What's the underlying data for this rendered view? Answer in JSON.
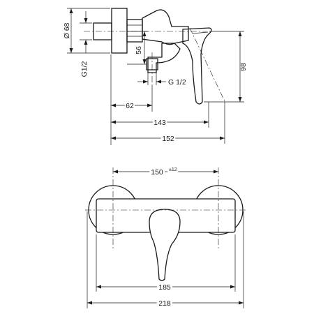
{
  "side_view": {
    "dimensions": {
      "diameter": "Ø 68",
      "inlet_thread": "G1/2",
      "height_56": "56",
      "outlet_thread": "G 1/2",
      "height_98": "98",
      "depth_62": "62",
      "depth_143": "143",
      "depth_152": "152"
    }
  },
  "front_view": {
    "dimensions": {
      "center_distance": "150",
      "center_tolerance": "±12",
      "width_185": "185",
      "width_218": "218"
    }
  }
}
